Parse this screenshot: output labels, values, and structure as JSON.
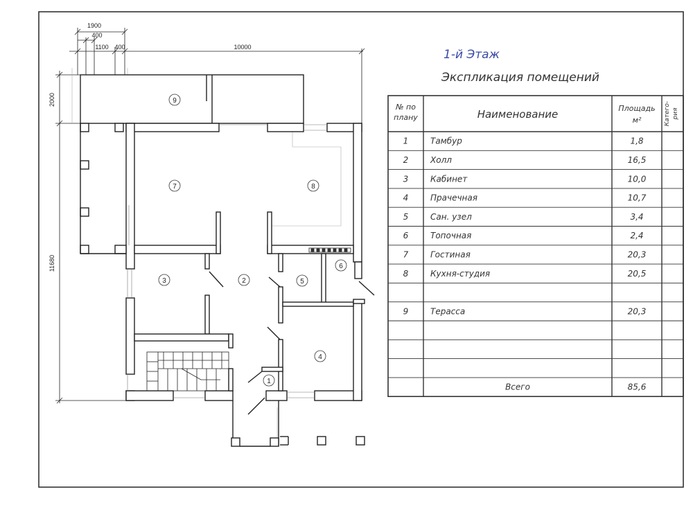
{
  "handwritten_note": "1-й Этаж",
  "explication": {
    "title": "Экспликация помещений",
    "headers": {
      "number": [
        "№ по",
        "плану"
      ],
      "name": "Наименование",
      "area": [
        "Площадь",
        "м²"
      ],
      "category": [
        "Катего-",
        "рия"
      ]
    },
    "rows": [
      {
        "n": "1",
        "name": "Тамбур",
        "area": "1,8"
      },
      {
        "n": "2",
        "name": "Холл",
        "area": "16,5"
      },
      {
        "n": "3",
        "name": "Кабинет",
        "area": "10,0"
      },
      {
        "n": "4",
        "name": "Прачечная",
        "area": "10,7"
      },
      {
        "n": "5",
        "name": "Сан. узел",
        "area": "3,4"
      },
      {
        "n": "6",
        "name": "Топочная",
        "area": "2,4"
      },
      {
        "n": "7",
        "name": "Гостиная",
        "area": "20,3"
      },
      {
        "n": "8",
        "name": "Кухня-студия",
        "area": "20,5"
      },
      {
        "n": "",
        "name": "",
        "area": ""
      },
      {
        "n": "9",
        "name": "Терасса",
        "area": "20,3"
      },
      {
        "n": "",
        "name": "",
        "area": ""
      },
      {
        "n": "",
        "name": "",
        "area": ""
      },
      {
        "n": "",
        "name": "",
        "area": ""
      }
    ],
    "total_label": "Всего",
    "total_area": "85,6"
  },
  "plan": {
    "dimensions": {
      "top_1900": "1900",
      "top_400a": "400",
      "top_1100": "1100",
      "top_400b": "400",
      "top_10000": "10000",
      "left_2000": "2000",
      "left_11680": "11680"
    },
    "room_numbers": [
      "1",
      "2",
      "3",
      "4",
      "5",
      "6",
      "7",
      "8",
      "9"
    ]
  }
}
